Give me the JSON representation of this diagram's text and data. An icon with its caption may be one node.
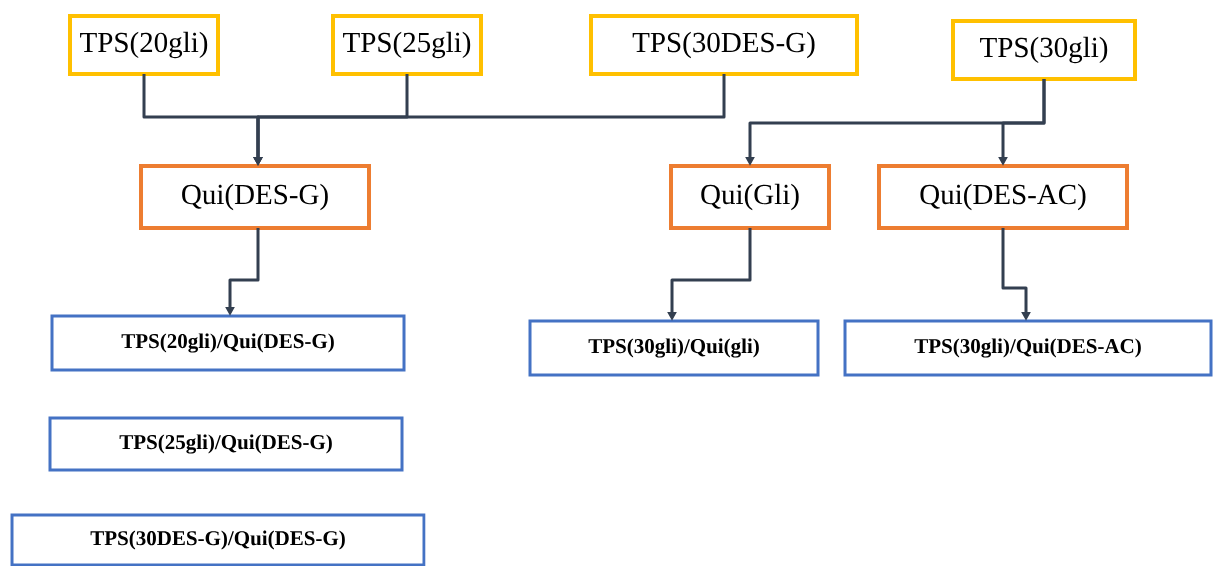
{
  "diagram": {
    "nodes": [
      {
        "text": [
          "TPS(20gli)"
        ]
      },
      {
        "text": [
          "TPS(25gli)"
        ]
      },
      {
        "text": [
          "TPS(30DES-G)"
        ]
      },
      {
        "text": [
          "TPS(30gli)"
        ]
      },
      {
        "text": [
          "Qui(DES-G)"
        ]
      },
      {
        "text": [
          "Qui(Gli)"
        ]
      },
      {
        "text": [
          "Qui(DES-AC)"
        ]
      },
      {
        "text": [
          "TPS(20gli)/Qui(DES-G)"
        ]
      },
      {
        "text": [
          "TPS(30gli)/Qui(gli)"
        ]
      },
      {
        "text": [
          "TPS(30gli)/Qui(DES-AC)"
        ]
      },
      {
        "text": [
          "TPS(25gli)/Qui(DES-G)"
        ]
      },
      {
        "text": [
          "TPS(30DES-G)/Qui(DES-G)"
        ]
      }
    ],
    "edges": [
      {
        "from": 0,
        "to": 4,
        "arrow": "to"
      },
      {
        "from": 1,
        "to": 4,
        "arrow": "to"
      },
      {
        "from": 2,
        "to": 4,
        "arrow": "to"
      },
      {
        "from": 3,
        "to": 5,
        "arrow": "to"
      },
      {
        "from": 3,
        "to": 6,
        "arrow": "to"
      },
      {
        "from": 4,
        "to": 7,
        "arrow": "to"
      },
      {
        "from": 5,
        "to": 8,
        "arrow": "to"
      },
      {
        "from": 6,
        "to": 9,
        "arrow": "to"
      }
    ]
  }
}
